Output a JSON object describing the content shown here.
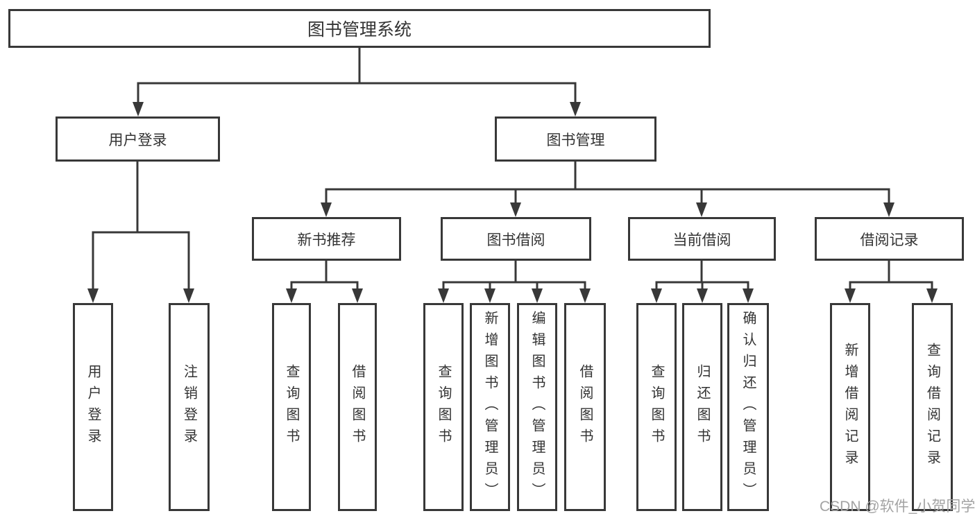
{
  "colors": {
    "line": "#383838",
    "box_fill": "#ffffff",
    "text": "#333333",
    "background": "#ffffff",
    "watermark": "#a3a3a3"
  },
  "tree": {
    "root": "图书管理系统",
    "branches": [
      {
        "label": "用户登录",
        "children": [
          "用户登录",
          "注销登录"
        ]
      },
      {
        "label": "图书管理",
        "children": [
          {
            "label": "新书推荐",
            "children": [
              "查询图书",
              "借阅图书"
            ]
          },
          {
            "label": "图书借阅",
            "children": [
              "查询图书",
              "新增图书（管理员）",
              "编辑图书（管理员）",
              "借阅图书"
            ]
          },
          {
            "label": "当前借阅",
            "children": [
              "查询图书",
              "归还图书",
              "确认归还（管理员）"
            ]
          },
          {
            "label": "借阅记录",
            "children": [
              "新增借阅记录",
              "查询借阅记录"
            ]
          }
        ]
      }
    ]
  },
  "watermark": "CSDN @软件_小贺同学"
}
